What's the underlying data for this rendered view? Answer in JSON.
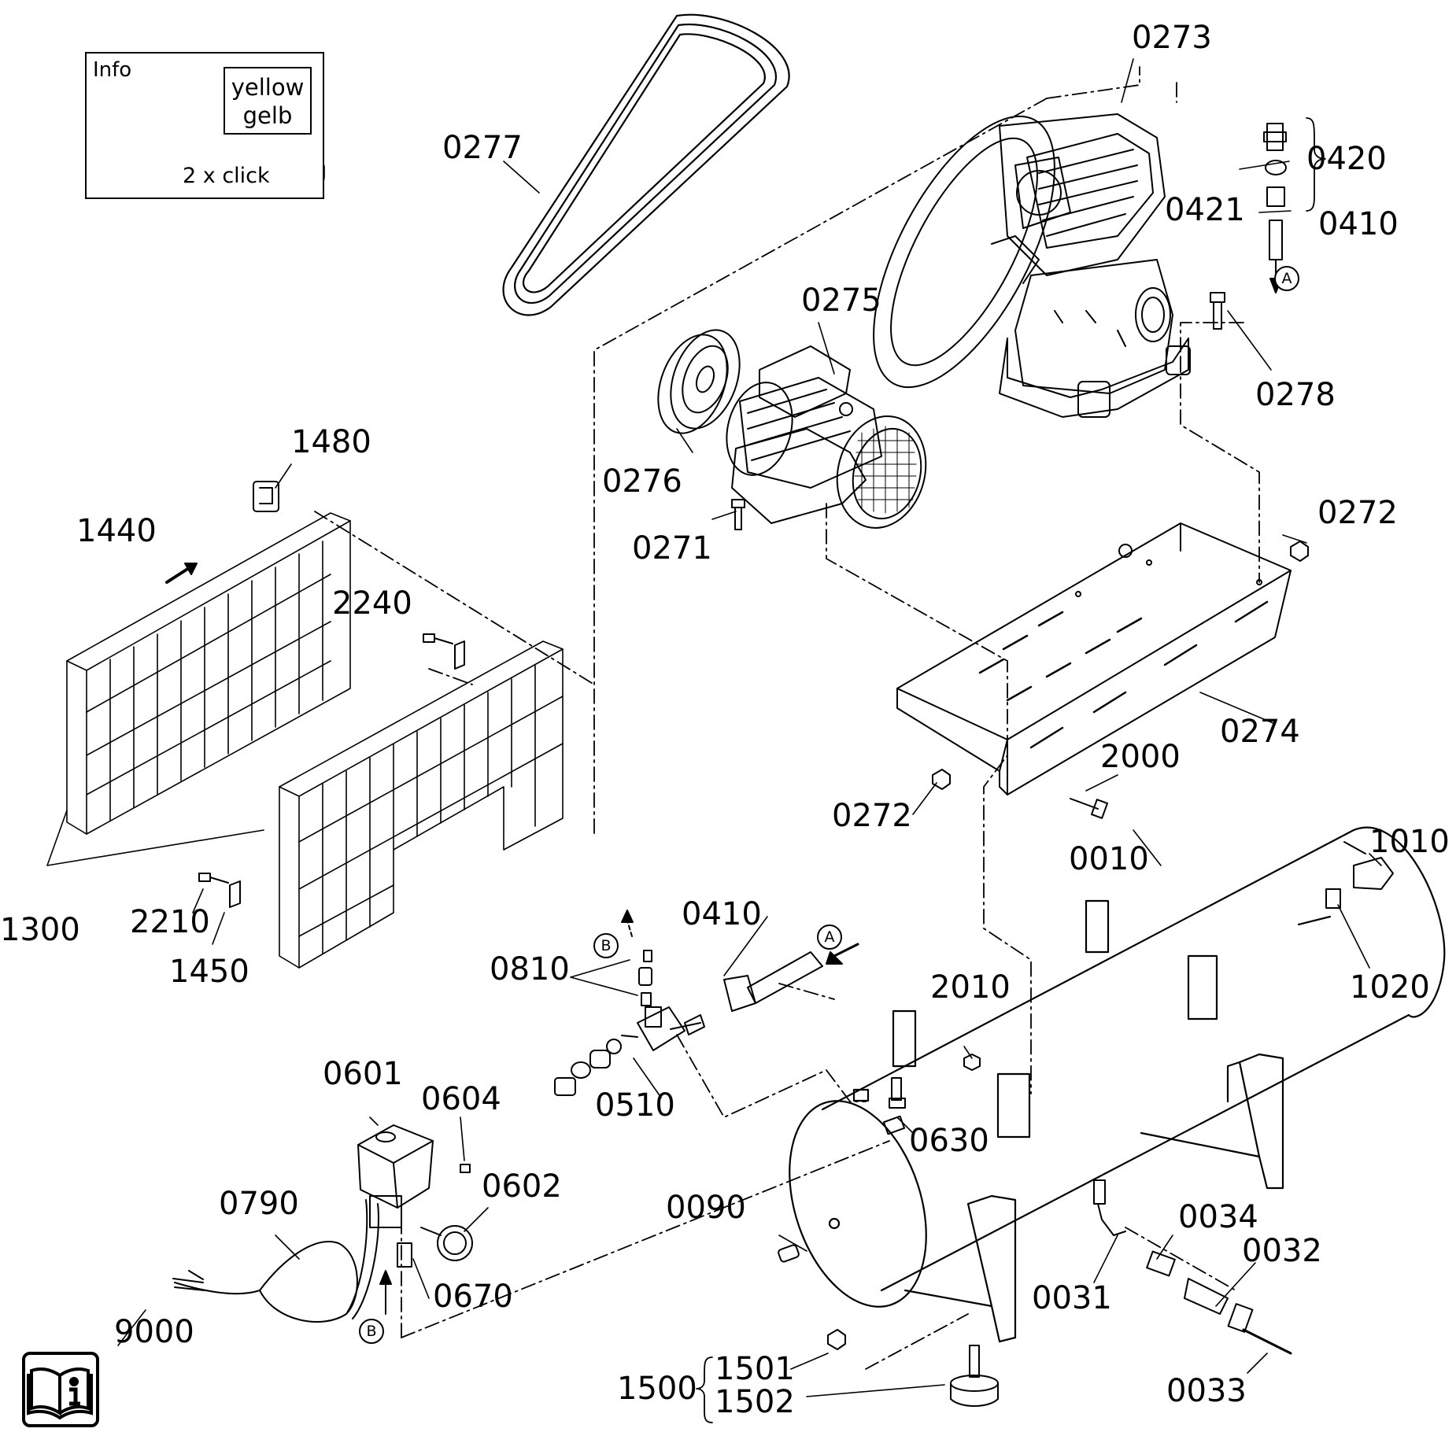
{
  "info_panel": {
    "title": "Info",
    "color_line1": "yellow",
    "color_line2": "gelb",
    "action": "2 x click"
  },
  "refs": {
    "a": "A",
    "b": "B"
  },
  "parts": {
    "p0273": "0273",
    "p0277": "0277",
    "p0420": "0420",
    "p0421": "0421",
    "p0410_top": "0410",
    "p0275": "0275",
    "p0278": "0278",
    "p0276": "0276",
    "p1480": "1480",
    "p0271": "0271",
    "p0272_right": "0272",
    "p1440": "1440",
    "p2240": "2240",
    "p0274": "0274",
    "p2000": "2000",
    "p0272_left": "0272",
    "p0010": "0010",
    "p1010": "1010",
    "p1300": "1300",
    "p2210": "2210",
    "p0410_mid": "0410",
    "p1450": "1450",
    "p0810": "0810",
    "p1020": "1020",
    "p2010": "2010",
    "p0601": "0601",
    "p0510": "0510",
    "p0604": "0604",
    "p0630": "0630",
    "p0602": "0602",
    "p0790": "0790",
    "p0034": "0034",
    "p0090": "0090",
    "p0032": "0032",
    "p0670": "0670",
    "p0031": "0031",
    "p9000": "9000",
    "p1501": "1501",
    "p1500": "1500",
    "p1502": "1502",
    "p0033": "0033"
  },
  "icons": [
    "info-thumbnail-icon",
    "hand-pointer-icon",
    "manual-book-icon"
  ]
}
